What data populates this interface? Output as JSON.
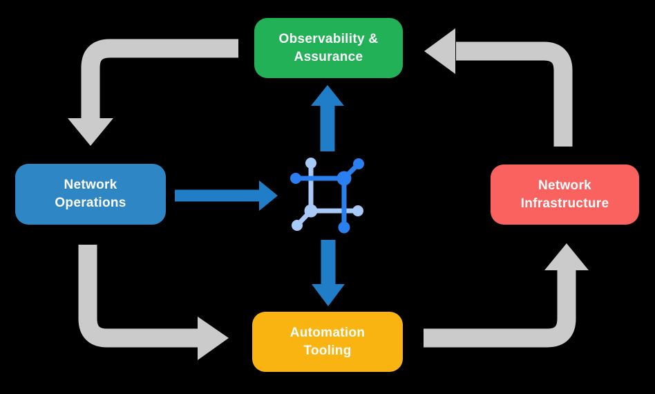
{
  "diagram": {
    "nodes": {
      "observability": {
        "label": "Observability &\nAssurance",
        "color": "#22B156"
      },
      "network_operations": {
        "label": "Network\nOperations",
        "color": "#2E86C4"
      },
      "network_infrastructure": {
        "label": "Network\nInfrastructure",
        "color": "#FA625F"
      },
      "automation_tooling": {
        "label": "Automation\nTooling",
        "color": "#F9B411"
      }
    },
    "icons": {
      "center": "network-automation-icon"
    },
    "colors": {
      "background": "#000000",
      "node_text": "#FFFFFF",
      "cycle_arrow_gray": "#CBCBCB",
      "flow_arrow_blue": "#1F7EC7",
      "icon_dark_blue": "#2A80F0",
      "icon_light_blue": "#A8CAF8"
    }
  }
}
